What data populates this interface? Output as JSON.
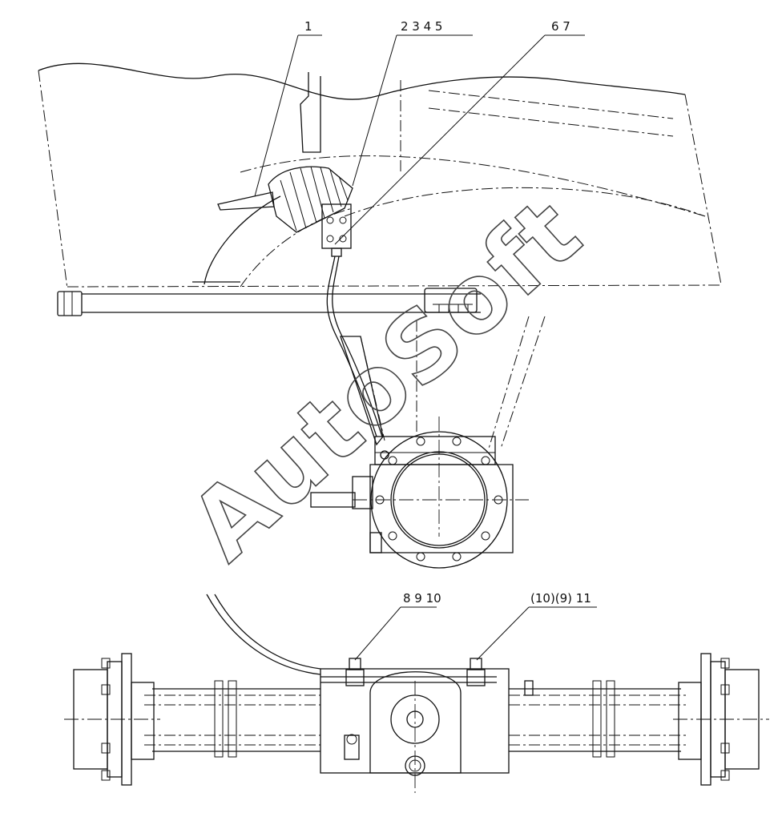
{
  "callouts": {
    "c1": "1",
    "c2": "2 3 4 5",
    "c3": "6 7",
    "c4": "8 9 10",
    "c5": "(10)(9) 11"
  },
  "watermark": "AutoSoft"
}
